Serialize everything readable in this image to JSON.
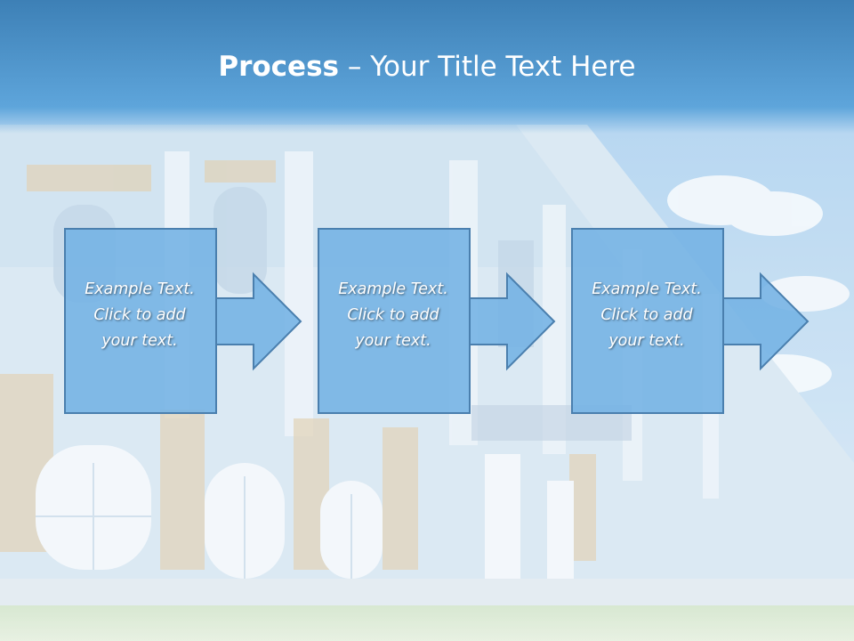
{
  "slide": {
    "title_bold": "Process",
    "title_rest": "– Your Title Text Here",
    "colors": {
      "title_band_top": "#3b7fb5",
      "title_band_bottom": "#5fa6dc",
      "box_fill": "#73b2e4",
      "box_border": "#4a7fae",
      "sky": "#8ec2ec"
    },
    "steps": [
      {
        "lines": [
          "Example Text.",
          "Click  to add",
          "your text."
        ]
      },
      {
        "lines": [
          "Example Text.",
          "Click  to add",
          "your text."
        ]
      },
      {
        "lines": [
          "Example Text.",
          "Click  to add",
          "your text."
        ]
      }
    ]
  }
}
